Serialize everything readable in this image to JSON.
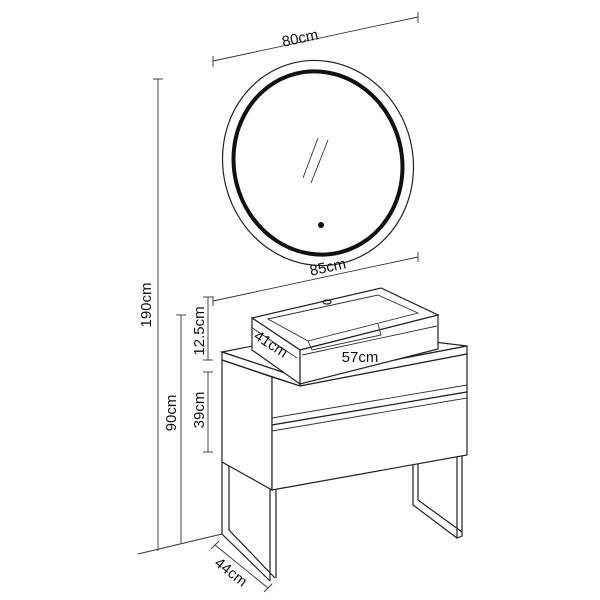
{
  "diagram": {
    "dimensions": {
      "mirror_width": "80cm",
      "cabinet_width": "85cm",
      "total_height": "190cm",
      "basin_height": "12.5cm",
      "cabinet_height": "90cm",
      "drawer_height": "39cm",
      "basin_depth": "41cm",
      "basin_width": "57cm",
      "cabinet_depth": "44cm"
    }
  }
}
